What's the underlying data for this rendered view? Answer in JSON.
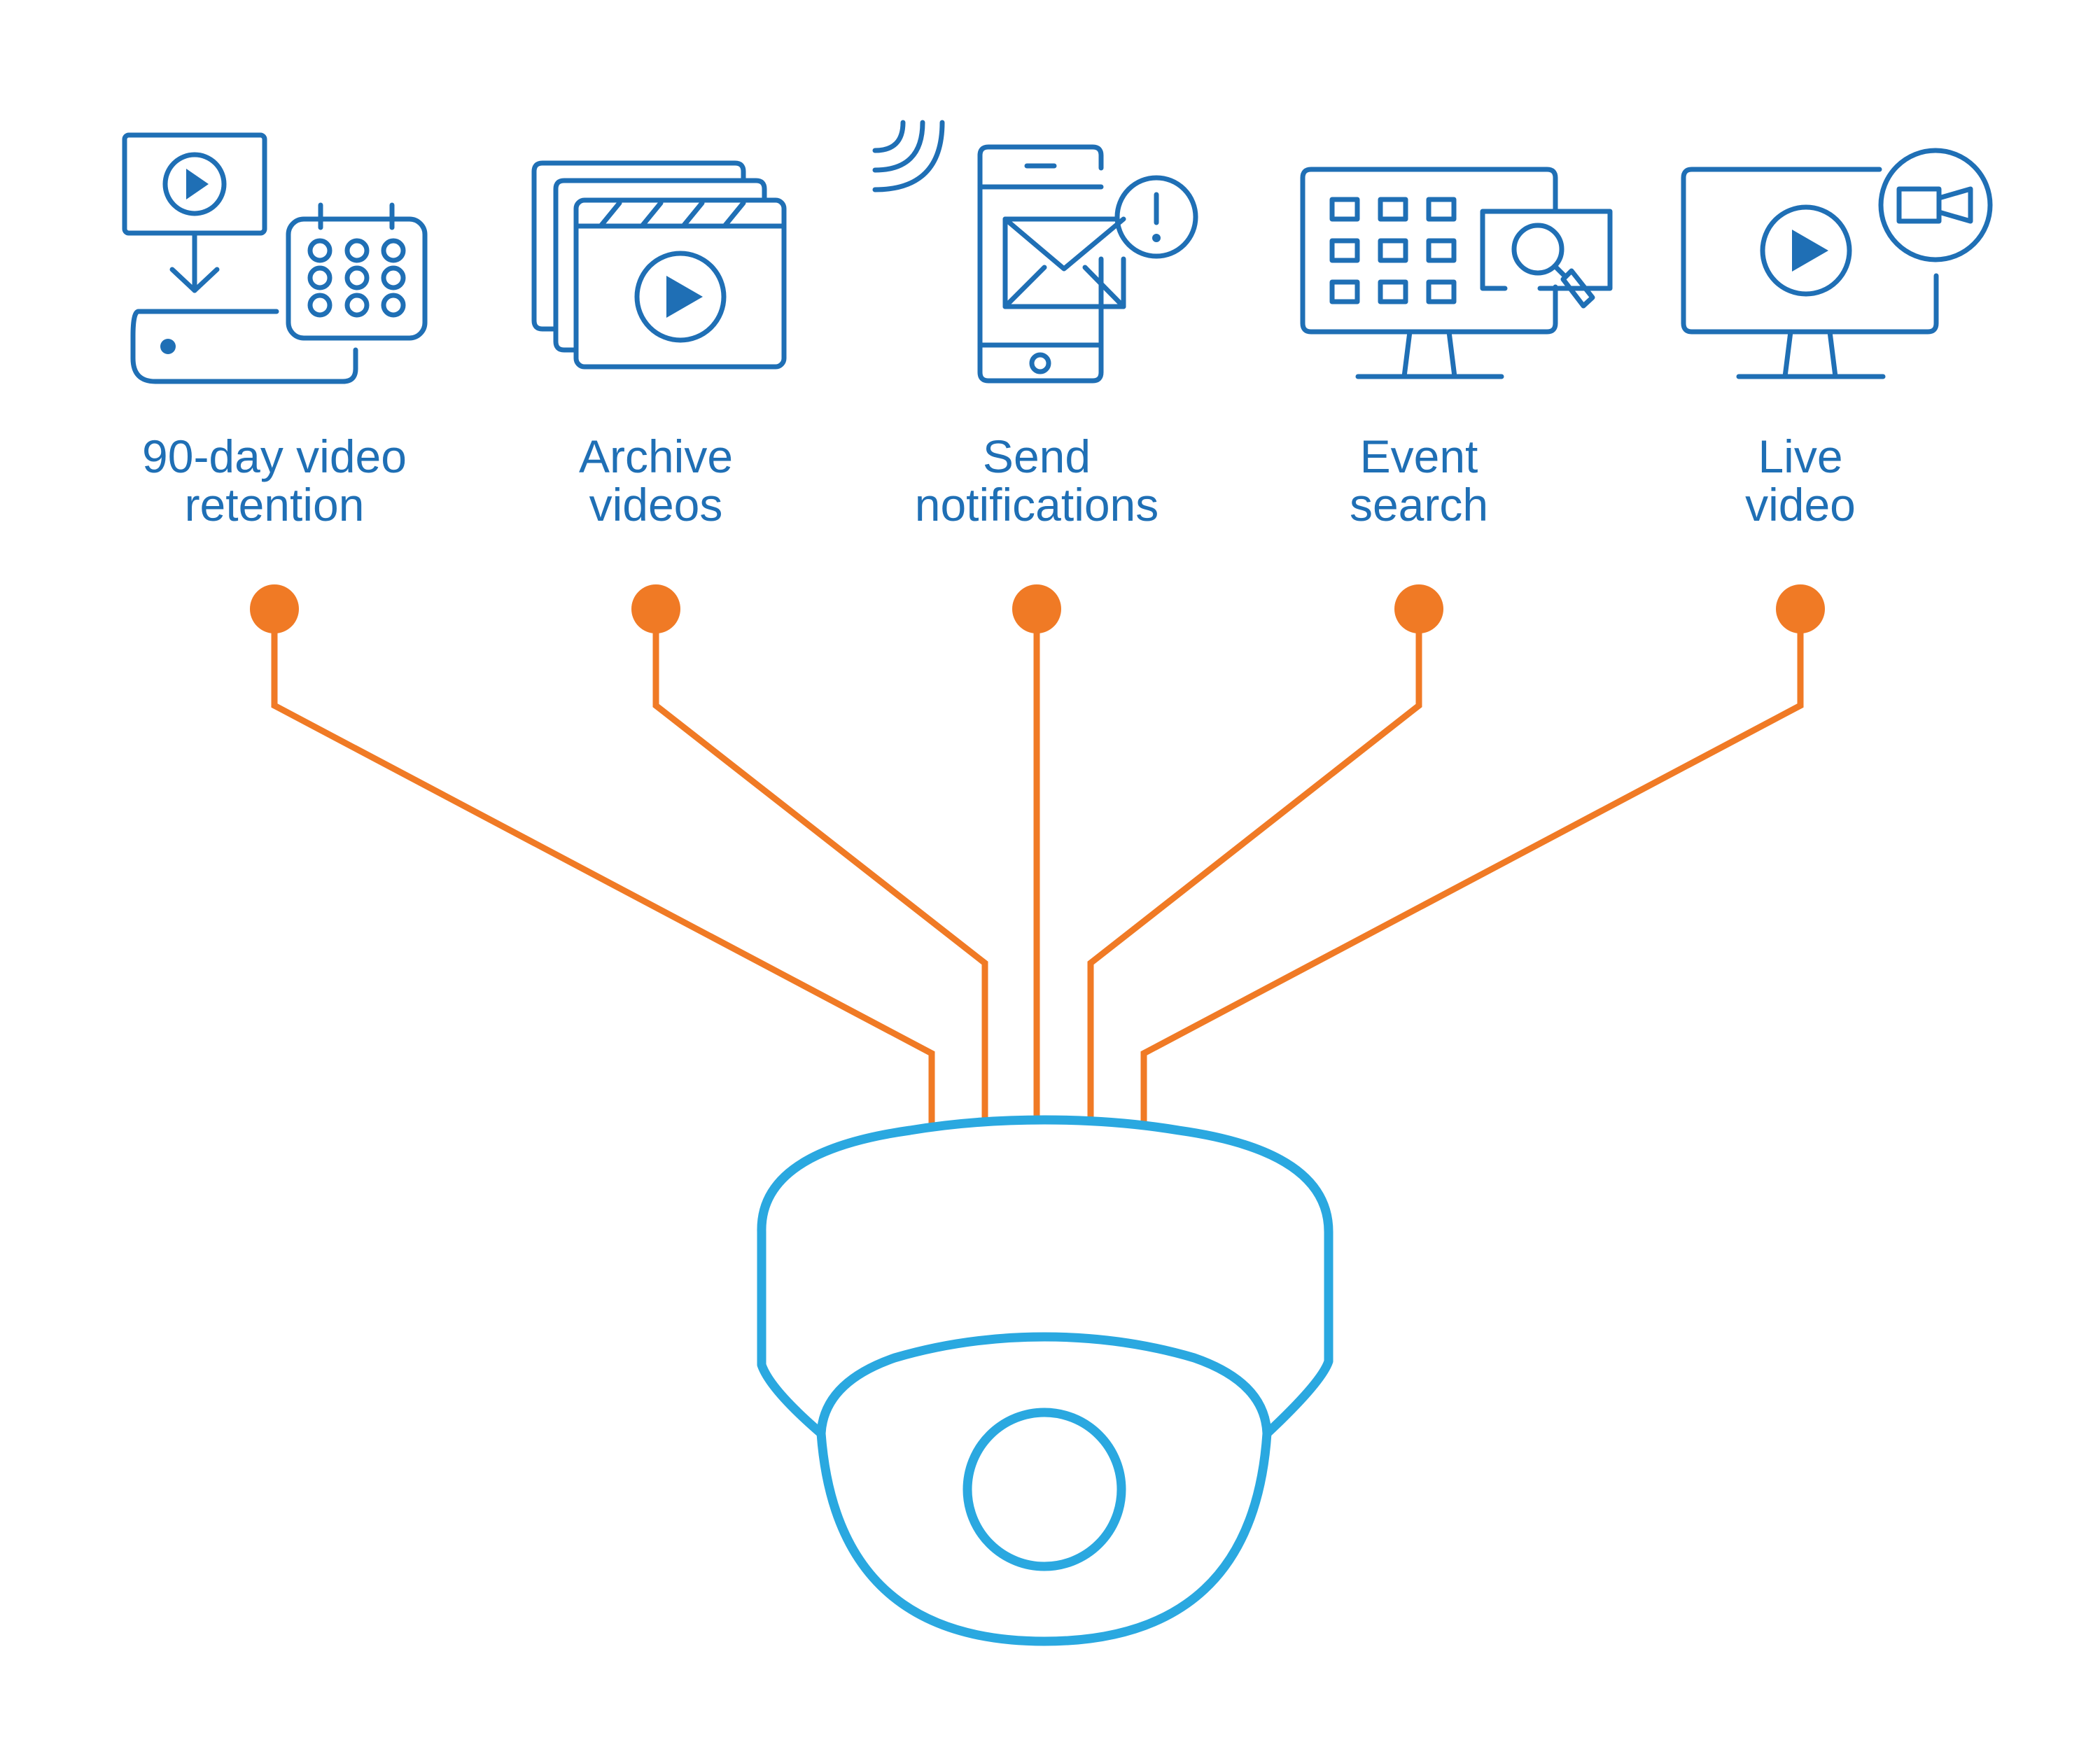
{
  "colors": {
    "icon_blue": "#1f6fb5",
    "connector_orange": "#f07a25",
    "camera_blue": "#2aa8e0",
    "background": "#ffffff"
  },
  "features": [
    {
      "name": "feature-retention",
      "lines": [
        "90-day video",
        "retention"
      ],
      "icon": "video-retention-icon"
    },
    {
      "name": "feature-archive",
      "lines": [
        "Archive",
        "videos"
      ],
      "icon": "archive-videos-icon"
    },
    {
      "name": "feature-notifications",
      "lines": [
        "Send",
        "notifications"
      ],
      "icon": "notifications-icon"
    },
    {
      "name": "feature-event-search",
      "lines": [
        "Event",
        "search"
      ],
      "icon": "event-search-icon"
    },
    {
      "name": "feature-live-video",
      "lines": [
        "Live",
        "video"
      ],
      "icon": "live-video-icon"
    }
  ],
  "camera": {
    "icon": "dome-camera-icon"
  }
}
